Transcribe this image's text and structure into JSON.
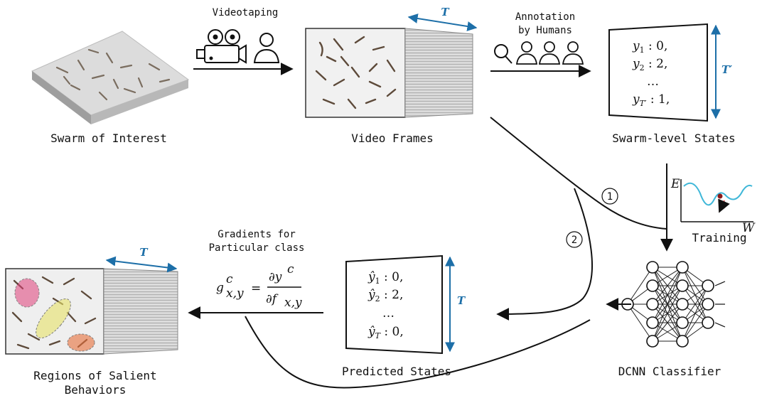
{
  "nodes": {
    "swarm": "Swarm of Interest",
    "frames": "Video Frames",
    "swarm_states": "Swarm-level States",
    "dcnn": "DCNN Classifier",
    "predicted": "Predicted States",
    "regions_line1": "Regions of Salient",
    "regions_line2": "Behaviors"
  },
  "edges": {
    "videotaping": "Videotaping",
    "annotation_line1": "Annotation",
    "annotation_line2": "by Humans",
    "training": "Training",
    "gradients_line1": "Gradients for",
    "gradients_line2": "Particular class",
    "step1": "1",
    "step2": "2"
  },
  "labels": {
    "t_frames": "T",
    "t_states": "T′",
    "t_predicted": "T",
    "t_regions": "T"
  },
  "swarm_states": [
    {
      "var": "y",
      "sub": "1",
      "val": "0,"
    },
    {
      "var": "y",
      "sub": "2",
      "val": "2,"
    },
    {
      "var": "…",
      "sub": "",
      "val": ""
    },
    {
      "var": "y",
      "sub": "T′",
      "val": "1,"
    }
  ],
  "predicted_states": [
    {
      "var": "ŷ",
      "sub": "1",
      "val": "0,"
    },
    {
      "var": "ŷ",
      "sub": "2",
      "val": "2,"
    },
    {
      "var": "…",
      "sub": "",
      "val": ""
    },
    {
      "var": "ŷ",
      "sub": "T",
      "val": "0,"
    }
  ],
  "formula": {
    "lhs": "g",
    "lhs_sup": "c",
    "lhs_sub": "x,y",
    "num": "∂y",
    "num_sup": "c",
    "den": "∂f",
    "den_sub": "x,y"
  },
  "plot_axes": {
    "y": "E",
    "x": "W"
  },
  "colors": {
    "accent": "#1d6fa8",
    "arrow": "#111111",
    "highlight_pink": "#e0407a",
    "highlight_yellow": "#e7e26a",
    "highlight_orange": "#e8703a"
  }
}
